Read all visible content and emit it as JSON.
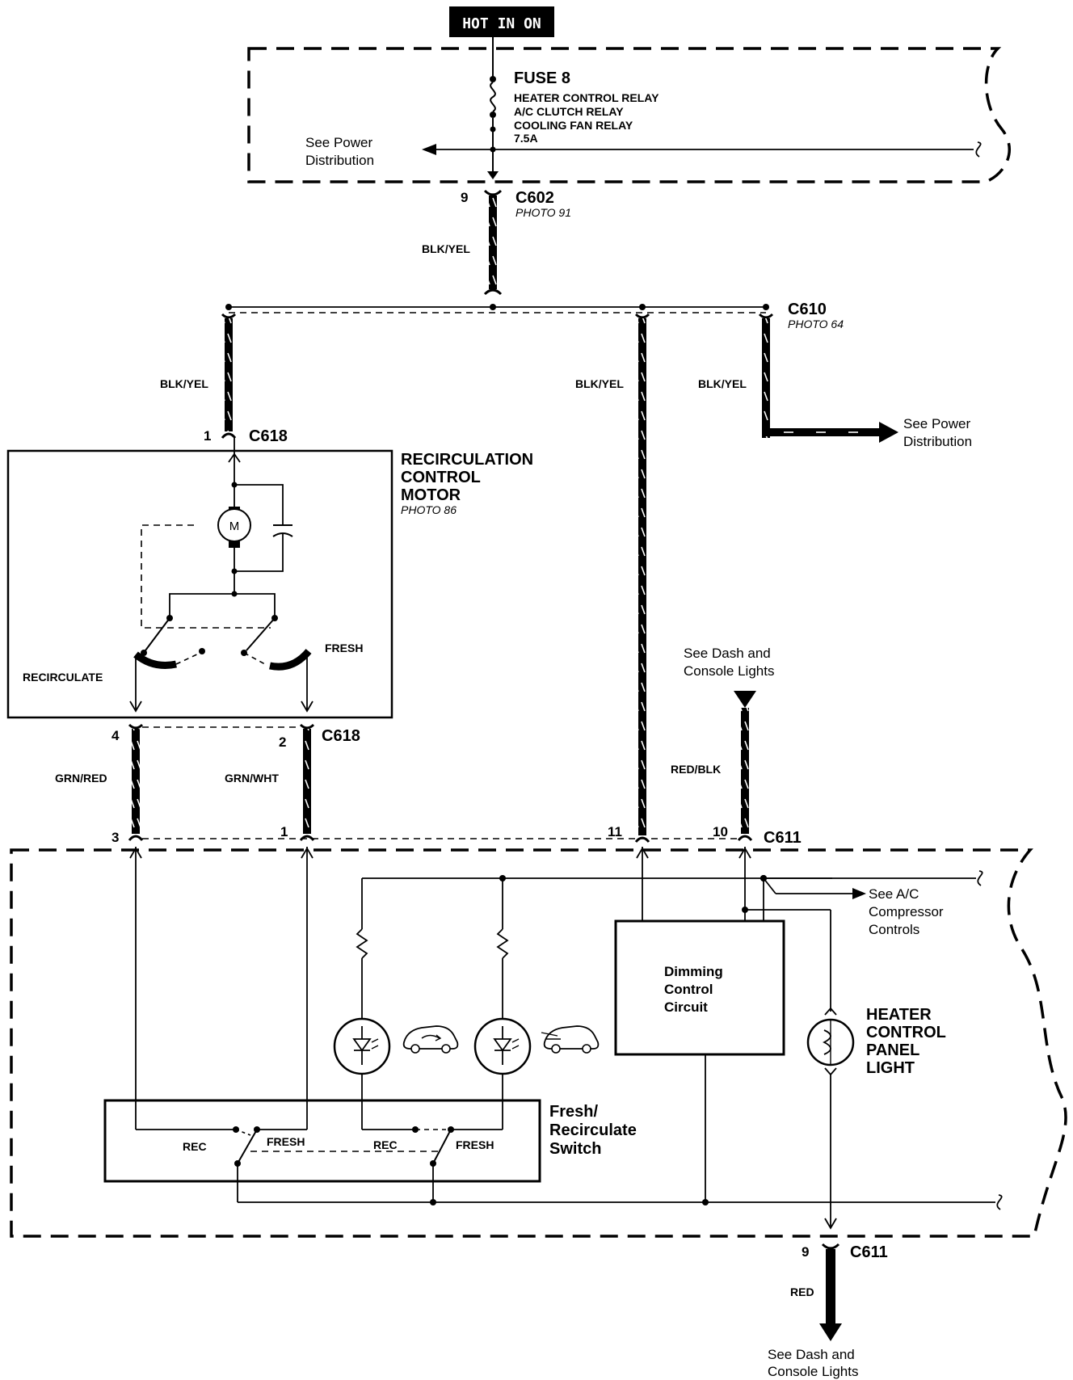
{
  "power": {
    "hot_label": "HOT IN ON"
  },
  "fuse": {
    "name": "FUSE 8",
    "circuits": [
      "HEATER CONTROL RELAY",
      "A/C CLUTCH RELAY",
      "COOLING FAN RELAY"
    ],
    "rating": "7.5A",
    "see_power_line1": "See Power",
    "see_power_line2": "Distribution"
  },
  "connectors": {
    "c602": {
      "name": "C602",
      "photo": "PHOTO 91",
      "pin": "9"
    },
    "c610": {
      "name": "C610",
      "photo": "PHOTO 64"
    },
    "c618_top": {
      "name": "C618",
      "pin": "1"
    },
    "c618_bottom": {
      "name": "C618",
      "pin_left": "4",
      "pin_right": "2"
    },
    "c611_top": {
      "name": "C611",
      "pin_3": "3",
      "pin_1": "1",
      "pin_11": "11",
      "pin_10": "10"
    },
    "c611_bottom": {
      "name": "C611",
      "pin": "9"
    }
  },
  "wires": {
    "blk_yel": "BLK/YEL",
    "grn_red": "GRN/RED",
    "grn_wht": "GRN/WHT",
    "red_blk": "RED/BLK",
    "red": "RED"
  },
  "motor": {
    "title_line1": "RECIRCULATION",
    "title_line2": "CONTROL",
    "title_line3": "MOTOR",
    "photo": "PHOTO 86",
    "motor_symbol": "M",
    "recirculate_label": "RECIRCULATE",
    "fresh_label": "FRESH"
  },
  "power_dist_right": {
    "line1": "See Power",
    "line2": "Distribution"
  },
  "dash_lights_top": {
    "line1": "See Dash and",
    "line2": "Console Lights"
  },
  "ac_compressor": {
    "line1": "See A/C",
    "line2": "Compressor",
    "line3": "Controls"
  },
  "dimming": {
    "line1": "Dimming",
    "line2": "Control",
    "line3": "Circuit"
  },
  "panel_light": {
    "line1": "HEATER",
    "line2": "CONTROL",
    "line3": "PANEL",
    "line4": "LIGHT"
  },
  "switch": {
    "title_line1": "Fresh/",
    "title_line2": "Recirculate",
    "title_line3": "Switch",
    "rec_label": "REC",
    "fresh_label": "FRESH"
  },
  "dash_lights_bottom": {
    "line1": "See Dash and",
    "line2": "Console Lights"
  },
  "icons": [
    "fuse-icon",
    "motor-icon",
    "capacitor-icon",
    "led-icon",
    "car-recirculate-icon",
    "car-fresh-icon",
    "bulb-icon",
    "arrow-icon",
    "break-icon"
  ]
}
